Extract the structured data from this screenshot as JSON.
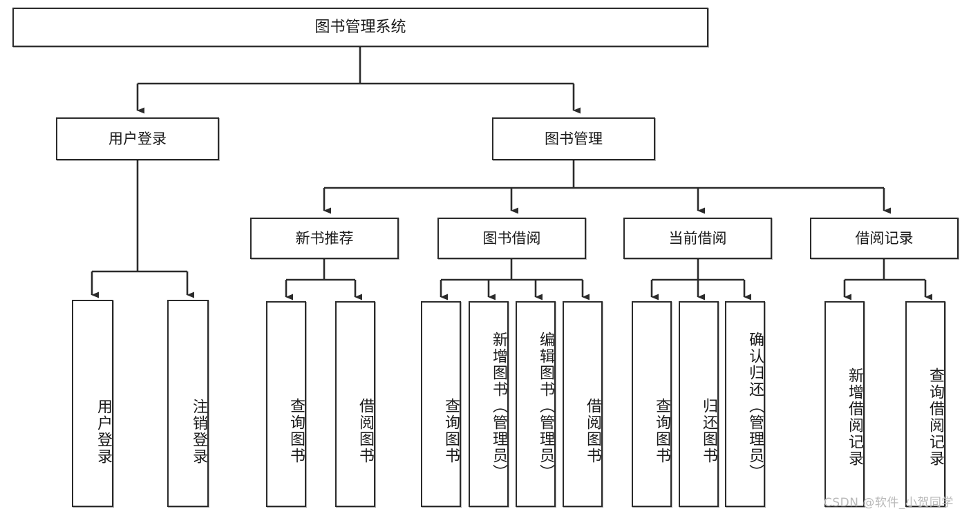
{
  "diagram": {
    "type": "tree-hierarchy",
    "title": "图书管理系统",
    "nodes": {
      "root": {
        "label": "图书管理系统",
        "level": 1,
        "orientation": "horizontal"
      },
      "user_login": {
        "label": "用户登录",
        "level": 2,
        "orientation": "horizontal"
      },
      "book_manage": {
        "label": "图书管理",
        "level": 2,
        "orientation": "horizontal"
      },
      "new_book_rec": {
        "label": "新书推荐",
        "level": 3,
        "orientation": "horizontal"
      },
      "book_borrow": {
        "label": "图书借阅",
        "level": 3,
        "orientation": "horizontal"
      },
      "current_borrow": {
        "label": "当前借阅",
        "level": 3,
        "orientation": "horizontal"
      },
      "borrow_record": {
        "label": "借阅记录",
        "level": 3,
        "orientation": "horizontal"
      },
      "leaf_user_login": {
        "label": "用户登录",
        "level": 3,
        "orientation": "vertical"
      },
      "leaf_logout": {
        "label": "注销登录",
        "level": 3,
        "orientation": "vertical"
      },
      "leaf_query_book_1": {
        "label": "查询图书",
        "level": 4,
        "orientation": "vertical"
      },
      "leaf_borrow_book_1": {
        "label": "借阅图书",
        "level": 4,
        "orientation": "vertical"
      },
      "leaf_query_book_2": {
        "label": "查询图书",
        "level": 4,
        "orientation": "vertical"
      },
      "leaf_add_book": {
        "label": "新增图书（管理员）",
        "level": 4,
        "orientation": "vertical"
      },
      "leaf_edit_book": {
        "label": "编辑图书（管理员）",
        "level": 4,
        "orientation": "vertical"
      },
      "leaf_borrow_book_2": {
        "label": "借阅图书",
        "level": 4,
        "orientation": "vertical"
      },
      "leaf_query_book_3": {
        "label": "查询图书",
        "level": 4,
        "orientation": "vertical"
      },
      "leaf_return_book": {
        "label": "归还图书",
        "level": 4,
        "orientation": "vertical"
      },
      "leaf_confirm_return": {
        "label": "确认归还（管理员）",
        "level": 4,
        "orientation": "vertical"
      },
      "leaf_add_record": {
        "label": "新增借阅记录",
        "level": 4,
        "orientation": "vertical"
      },
      "leaf_query_record": {
        "label": "查询借阅记录",
        "level": 4,
        "orientation": "vertical"
      }
    },
    "edges": [
      {
        "from": "root",
        "to": "user_login"
      },
      {
        "from": "root",
        "to": "book_manage"
      },
      {
        "from": "user_login",
        "to": "leaf_user_login"
      },
      {
        "from": "user_login",
        "to": "leaf_logout"
      },
      {
        "from": "book_manage",
        "to": "new_book_rec"
      },
      {
        "from": "book_manage",
        "to": "book_borrow"
      },
      {
        "from": "book_manage",
        "to": "current_borrow"
      },
      {
        "from": "book_manage",
        "to": "borrow_record"
      },
      {
        "from": "new_book_rec",
        "to": "leaf_query_book_1"
      },
      {
        "from": "new_book_rec",
        "to": "leaf_borrow_book_1"
      },
      {
        "from": "book_borrow",
        "to": "leaf_query_book_2"
      },
      {
        "from": "book_borrow",
        "to": "leaf_add_book"
      },
      {
        "from": "book_borrow",
        "to": "leaf_edit_book"
      },
      {
        "from": "book_borrow",
        "to": "leaf_borrow_book_2"
      },
      {
        "from": "current_borrow",
        "to": "leaf_query_book_3"
      },
      {
        "from": "current_borrow",
        "to": "leaf_return_book"
      },
      {
        "from": "current_borrow",
        "to": "leaf_confirm_return"
      },
      {
        "from": "borrow_record",
        "to": "leaf_add_record"
      },
      {
        "from": "borrow_record",
        "to": "leaf_query_record"
      }
    ],
    "colors": {
      "box_border": "#2b2b2b",
      "box_fill": "#ffffff",
      "connector": "#2b2b2b",
      "background": "#ffffff",
      "watermark": "#b9b9b9"
    }
  },
  "watermark": {
    "text": "CSDN @软件_小贺同学"
  }
}
